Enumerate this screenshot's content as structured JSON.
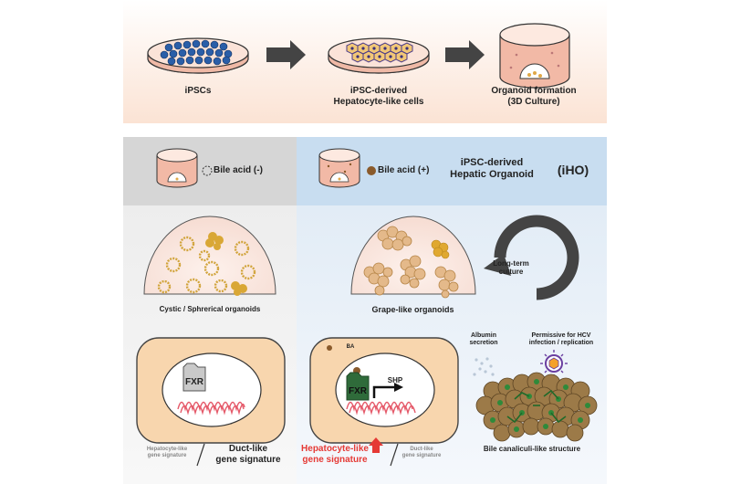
{
  "top_steps": [
    {
      "label": "iPSCs"
    },
    {
      "label": "iPSC-derived\nHepatocyte-like cells"
    },
    {
      "label": "Organoid formation\n(3D Culture)"
    }
  ],
  "bile_minus": "Bile acid (-)",
  "bile_plus": "Bile acid (+)",
  "iho_title": "iPSC-derived\nHepatic Organoid",
  "iho_abbr": "(iHO)",
  "long_term": "Long-term\nculture",
  "left_organoid": "Cystic / Sphrerical organoids",
  "right_organoid": "Grape-like organoids",
  "left_fxr": "FXR",
  "right_fxr": "FXR",
  "shp": "SHP",
  "ba": "BA",
  "left_sig_small": "Hepatocyte-like\ngene signature",
  "left_sig_big": "Duct-like\ngene signature",
  "right_sig_big": "Hepatocyte-like\ngene signature",
  "right_sig_small": "Duct-like\ngene signature",
  "albumin": "Albumin\nsecretion",
  "hcv": "Permissive for HCV\ninfection / replication",
  "bile_canaliculi": "Bile canaliculi-like structure",
  "colors": {
    "top_bg": "#fbe7dc",
    "left_header": "#d4d4d4",
    "right_header": "#c5dcef",
    "cell": "#f8d9b3",
    "fxr_active": "#2e7d32",
    "up_arrow": "#e53935"
  }
}
